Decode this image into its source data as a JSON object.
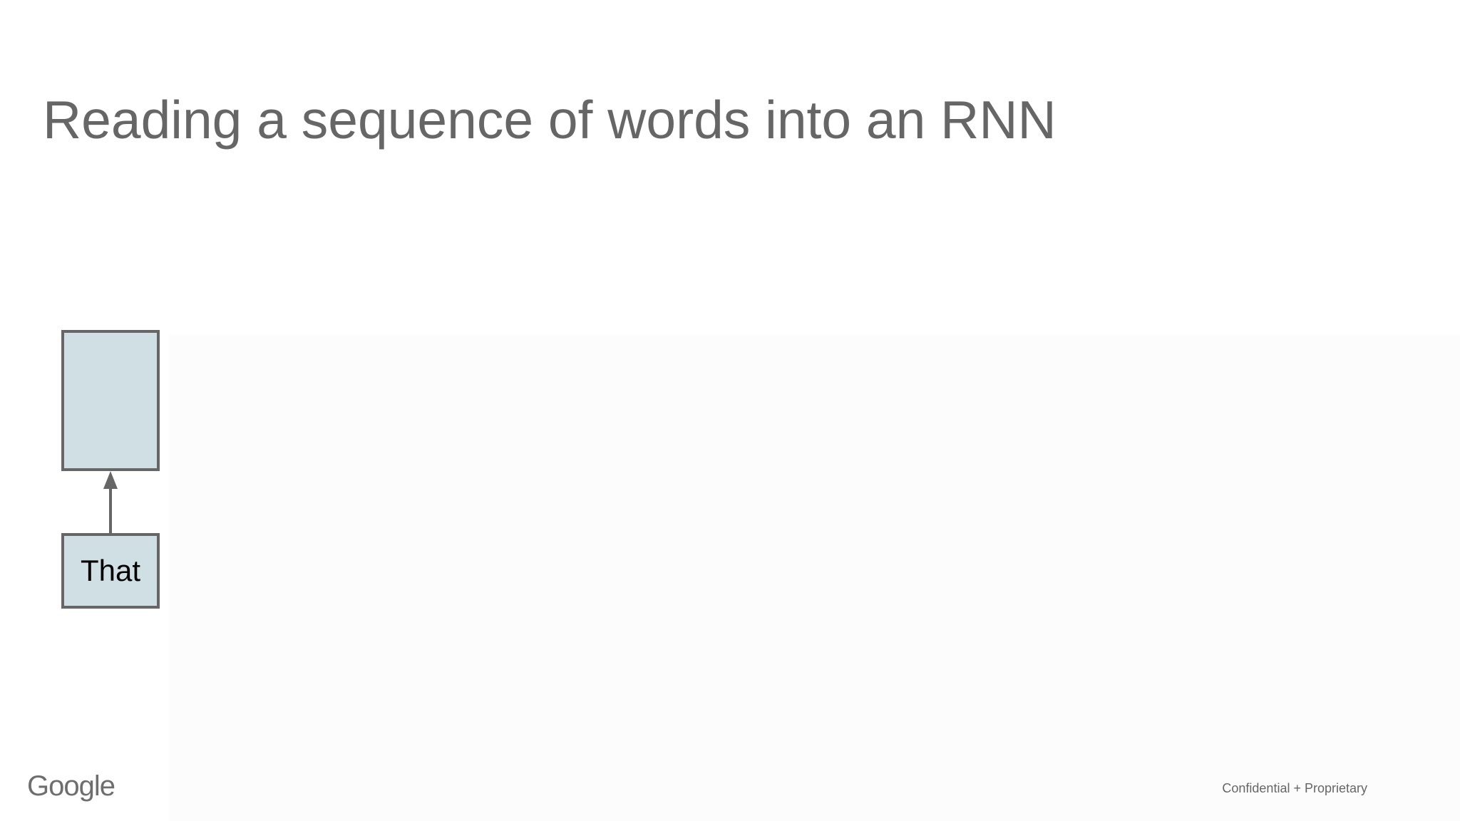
{
  "slide": {
    "title": "Reading a sequence of words into an RNN",
    "footer": {
      "logo_text": "Google",
      "confidentiality": "Confidential + Proprietary"
    }
  },
  "diagram": {
    "input_word": "That",
    "box_fill": "#d0dfe3",
    "box_stroke": "#666666"
  }
}
